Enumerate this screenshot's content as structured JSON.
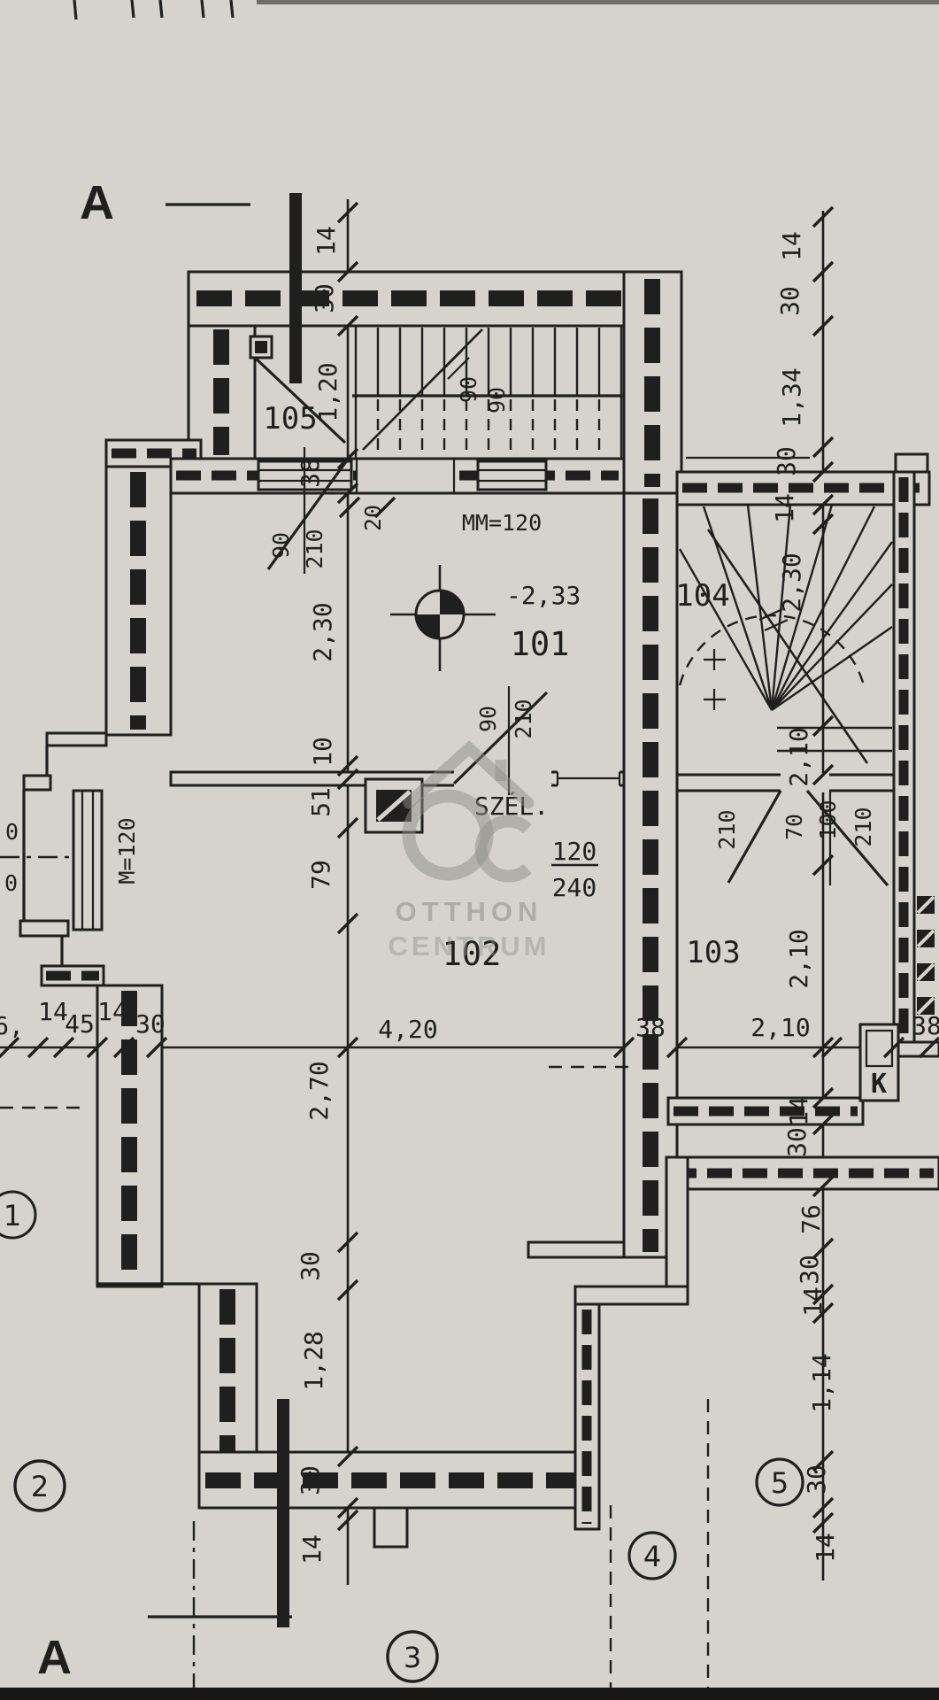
{
  "colors": {
    "ink": "#1f1f1f",
    "paper": "#d6d3cc",
    "watermark": "#8e8e8a"
  },
  "section_marks": {
    "top": "A",
    "bottom": "A"
  },
  "rooms": {
    "r101": "101",
    "r102": "102",
    "r103": "103",
    "r104": "104",
    "r105": "105"
  },
  "annotations": {
    "level": "-2,33",
    "window_head": "MM=120",
    "window_sill": "M=120",
    "width_label": "SZÉL.",
    "width_num": "120",
    "width_den": "240",
    "chimney": "K"
  },
  "stair_labels": {
    "run1a": "90",
    "run1b": "90"
  },
  "door_labels": {
    "d105_w": "90",
    "d105_h": "210",
    "d102_w": "90",
    "d102_h": "210",
    "wall38": "38",
    "stub20": "20",
    "d103a_h": "210",
    "d103b_w": "70",
    "d103b_num": "100",
    "d103b_h": "210"
  },
  "dim_left": [
    "14",
    "30",
    "1,20",
    "38",
    "2,30",
    "10",
    "51",
    "79",
    "2,70",
    "30",
    "1,28",
    "30",
    "14"
  ],
  "dim_bottom": [
    "6,",
    "14",
    "45",
    "14",
    "30",
    "4,20",
    "38",
    "2,10",
    "38"
  ],
  "dim_right": [
    "14",
    "30",
    "1,34",
    "30",
    "14",
    "2,30",
    "2,10",
    "2,10",
    "14",
    "30",
    "76",
    "30",
    "14",
    "1,14",
    "30",
    "14"
  ],
  "plot_marks": [
    "1",
    "2",
    "3",
    "4",
    "5"
  ],
  "edge_labels": {
    "left_a": "0",
    "left_b": "0"
  },
  "watermark": {
    "line1": "OTTHON",
    "line2": "CENTRUM"
  }
}
